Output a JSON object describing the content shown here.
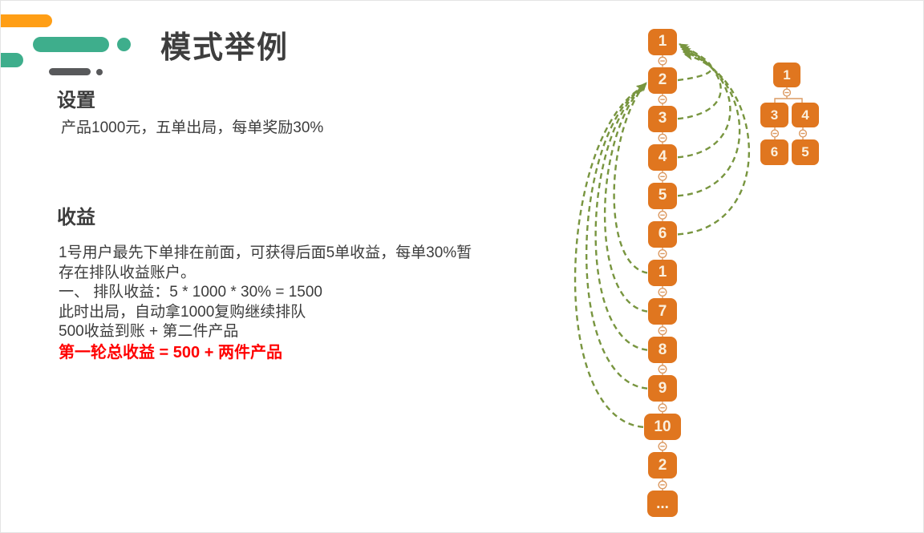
{
  "title": "模式举例",
  "setup": {
    "heading": "设置",
    "body": "产品1000元，五单出局，每单奖励30%"
  },
  "income": {
    "heading": "收益",
    "lines": [
      "1号用户最先下单排在前面，可获得后面5单收益，每单30%暂",
      "存在排队收益账户。",
      "一、 排队收益：5 * 1000 * 30% = 1500",
      "此时出局，自动拿1000复购继续排队",
      "500收益到账 + 第二件产品"
    ],
    "highlight": "第一轮总收益 = 500 + 两件产品"
  },
  "queue_chain": {
    "nodes": [
      "1",
      "2",
      "3",
      "4",
      "5",
      "6",
      "1",
      "7",
      "8",
      "9",
      "10",
      "2",
      "..."
    ],
    "right_arrows": {
      "from_indices": [
        1,
        2,
        3,
        4,
        5
      ],
      "to_index": 0
    },
    "left_arrows": {
      "from_indices": [
        6,
        7,
        8,
        9,
        10
      ],
      "to_index": 1
    }
  },
  "tree": {
    "nodes": [
      "1",
      "3",
      "4",
      "6",
      "5"
    ]
  },
  "colors": {
    "node_orange": "#E0761F",
    "node_text": "#FBF0DE",
    "arrow_green": "#78953F",
    "connector_orange": "#DC9A62",
    "accent_red": "#FF0000",
    "decor_orange": "#FF9E15",
    "decor_teal": "#3EAE8C",
    "decor_gray": "#58595B",
    "text_dark": "#3C3C3C"
  }
}
